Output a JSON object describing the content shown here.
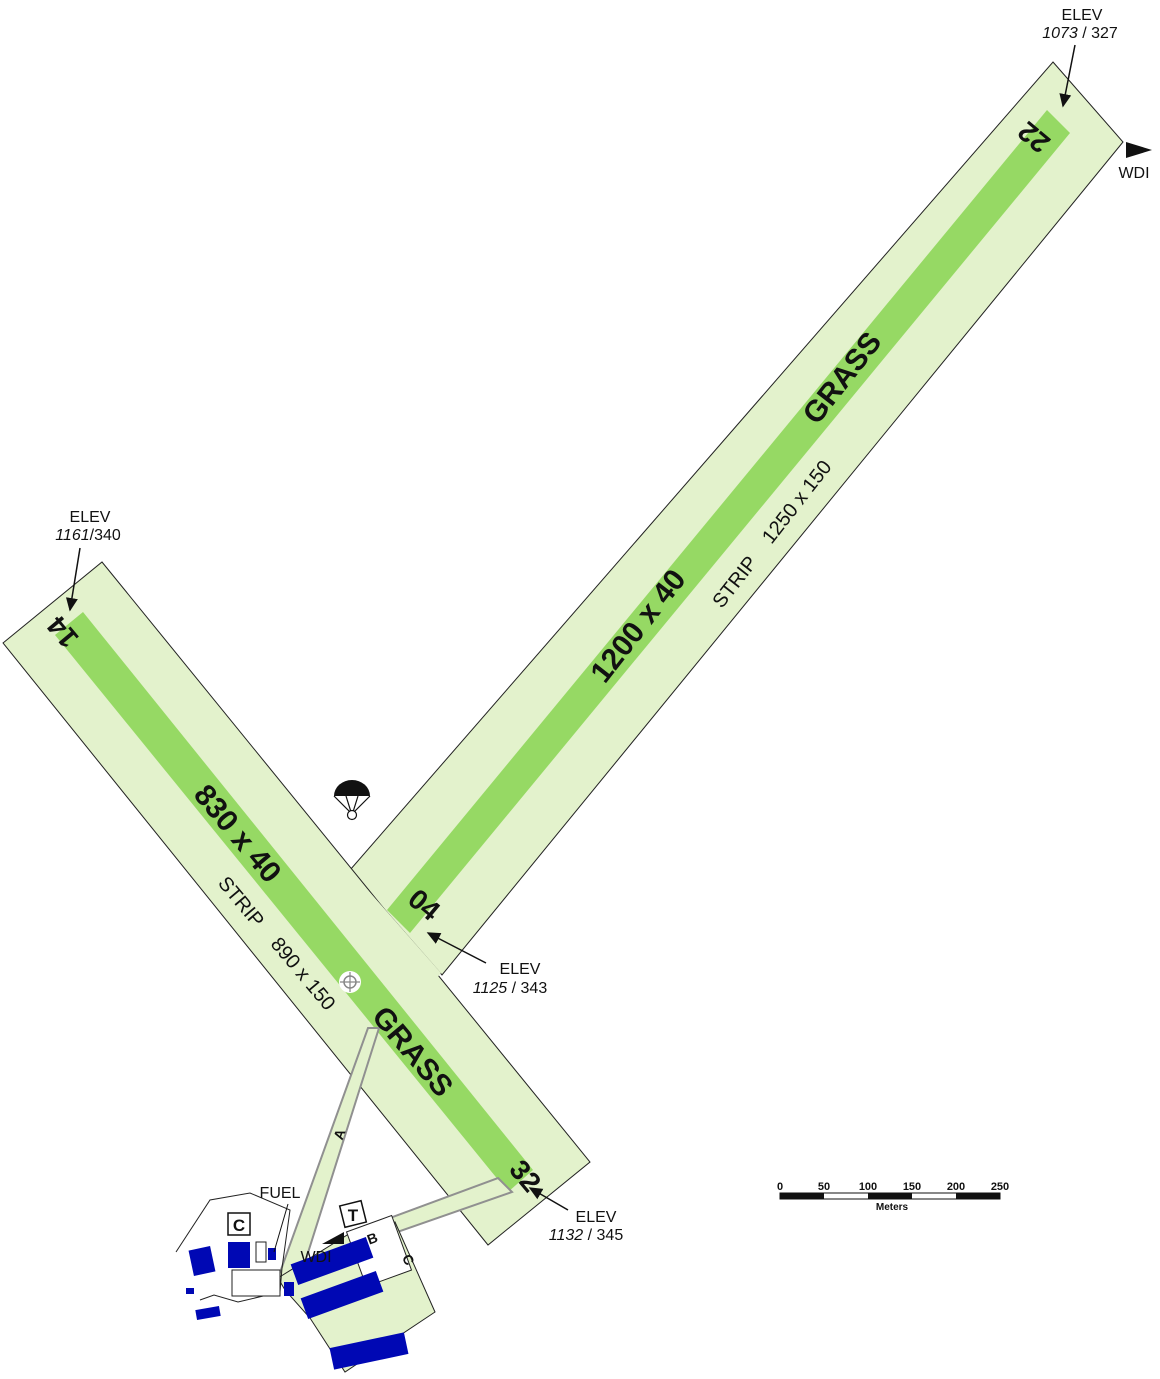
{
  "colors": {
    "strip": "#e3f2cc",
    "runway": "#96d964",
    "building": "#0008b4",
    "outline": "#222222",
    "taxiway_edge": "#909090",
    "taxiway_fill": "#e3f2cc"
  },
  "runways": {
    "rwy_04_22": {
      "dimensions": "1200 x 40",
      "surface": "GRASS",
      "strip": "STRIP",
      "strip_dims": "1250 x 150",
      "end_a": "04",
      "end_b": "22"
    },
    "rwy_14_32": {
      "dimensions": "830 x 40",
      "surface": "GRASS",
      "strip": "STRIP",
      "strip_dims": "890 x 150",
      "end_a": "14",
      "end_b": "32"
    }
  },
  "elevations": {
    "e22": {
      "label": "ELEV",
      "feet": "1073",
      "meters": " / 327"
    },
    "e14": {
      "label": "ELEV",
      "feet": "1161",
      "meters": "/340"
    },
    "e04": {
      "label": "ELEV",
      "feet": "1125",
      "meters": " / 343"
    },
    "e32": {
      "label": "ELEV",
      "feet": "1132",
      "meters": " / 345"
    }
  },
  "labels": {
    "wdi": "WDI",
    "fuel": "FUEL",
    "customs": "C",
    "terminal": "T",
    "taxiway_a": "A",
    "taxiway_b": "B",
    "taxiway_c": "C"
  },
  "icons": {
    "parachute": "parachute-icon",
    "aerodrome_reference": "aerodrome-reference-point-icon",
    "wind_indicator": "wind-direction-indicator-icon"
  },
  "scale_bar": {
    "ticks": [
      "0",
      "50",
      "100",
      "150",
      "200",
      "250"
    ],
    "unit": "Meters"
  }
}
